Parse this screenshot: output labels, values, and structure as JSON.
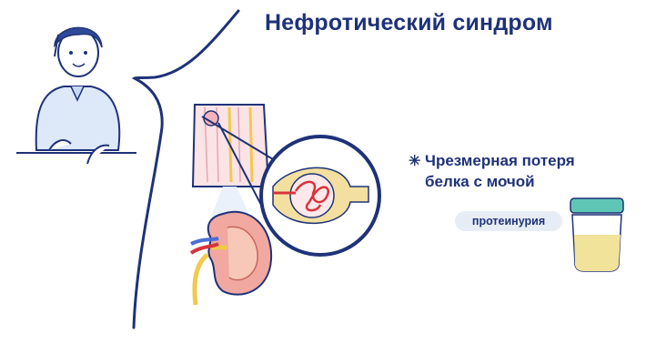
{
  "title": "Нефротический синдром",
  "description_line1": "Чрезмерная потеря",
  "description_line2": "белка с мочой",
  "bullet_icon": "asterisk-icon",
  "badge": "протеинурия",
  "colors": {
    "navy": "#1f3278",
    "kidney": "#f0a8a0",
    "vessel_red": "#d8333a",
    "urine_yellow": "#f2e39a",
    "cap_teal": "#5fc6b5",
    "badge_bg": "#e7edf5"
  }
}
